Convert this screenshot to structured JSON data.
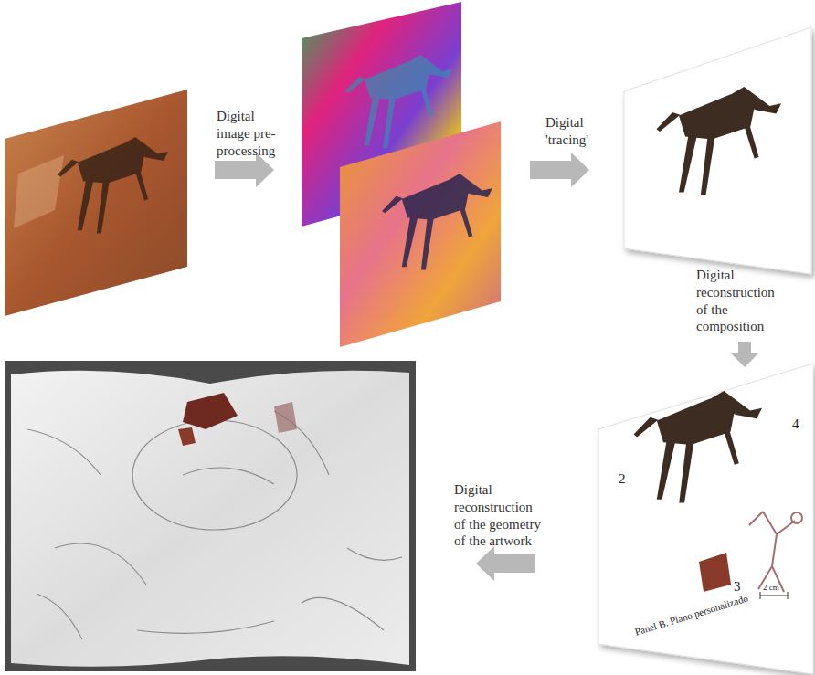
{
  "diagram": {
    "nodes": [
      {
        "text": [
          "2",
          "4",
          "3",
          "2 cm",
          "Panel B. Plano personalizado"
        ]
      }
    ],
    "labels": [
      "Digital image pre-processing",
      "Digital 'tracing'",
      "Digital reconstruction of the composition",
      "Digital reconstruction of the geometry of the artwork"
    ]
  }
}
